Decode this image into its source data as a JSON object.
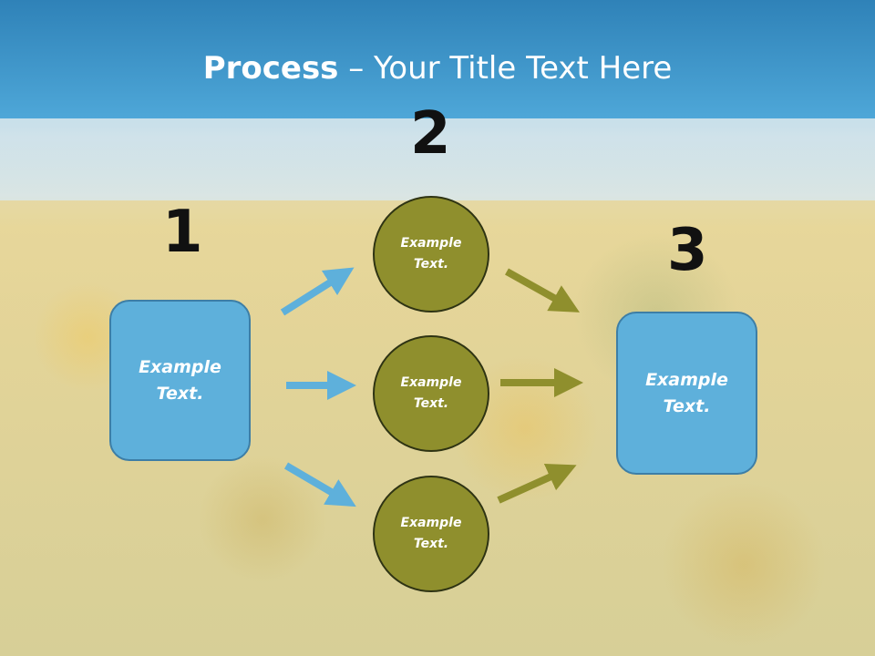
{
  "title": {
    "bold": "Process",
    "rest": " – Your Title Text Here"
  },
  "numbers": [
    "1",
    "2",
    "3"
  ],
  "box_left": {
    "text": "Example\nText."
  },
  "box_right": {
    "text": "Example\nText."
  },
  "circles": [
    {
      "text": "Example\nText."
    },
    {
      "text": "Example\nText."
    },
    {
      "text": "Example\nText."
    }
  ],
  "colors": {
    "blue": "#5eb0db",
    "olive": "#8f8f2d",
    "arrow_blue": "#5eb0db",
    "arrow_olive": "#8f8f2d"
  }
}
